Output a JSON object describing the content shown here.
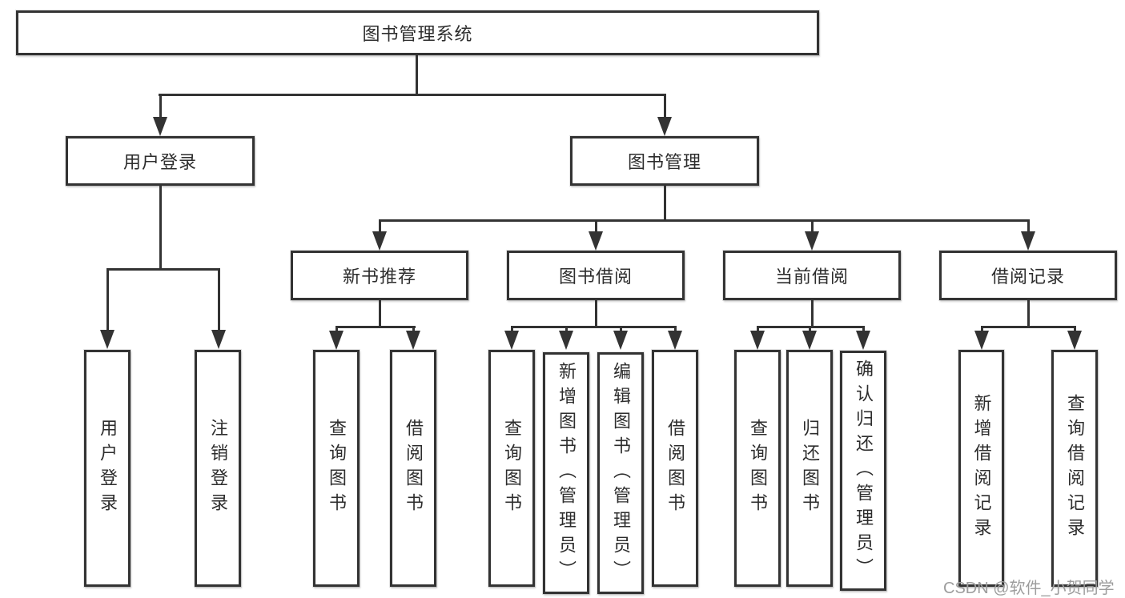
{
  "diagram": {
    "root": {
      "label": "图书管理系统"
    },
    "branches": [
      {
        "label": "用户登录",
        "children": [
          {
            "label": "用户登录"
          },
          {
            "label": "注销登录"
          }
        ]
      },
      {
        "label": "图书管理",
        "children": [
          {
            "label": "新书推荐",
            "children": [
              {
                "label": "查询图书"
              },
              {
                "label": "借阅图书"
              }
            ]
          },
          {
            "label": "图书借阅",
            "children": [
              {
                "label": "查询图书"
              },
              {
                "label": "新增图书（管理员）"
              },
              {
                "label": "编辑图书（管理员）"
              },
              {
                "label": "借阅图书"
              }
            ]
          },
          {
            "label": "当前借阅",
            "children": [
              {
                "label": "查询图书"
              },
              {
                "label": "归还图书"
              },
              {
                "label": "确认归还（管理员）"
              }
            ]
          },
          {
            "label": "借阅记录",
            "children": [
              {
                "label": "新增借阅记录"
              },
              {
                "label": "查询借阅记录"
              }
            ]
          }
        ]
      }
    ]
  },
  "watermark": {
    "text": "CSDN @软件_小贺同学"
  },
  "colors": {
    "line": "#333333",
    "text": "#2d2d2d",
    "watermark": "#9d9d9d",
    "background": "#ffffff"
  }
}
